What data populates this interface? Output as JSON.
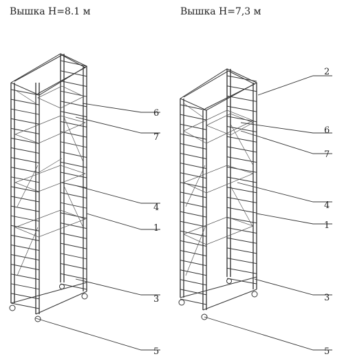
{
  "titles": {
    "left": "Вышка H=8.1 м",
    "right": "Вышка H=7,3 м"
  },
  "callouts": {
    "left": [
      "6",
      "7",
      "4",
      "1",
      "3",
      "5"
    ],
    "right": [
      "2",
      "6",
      "7",
      "4",
      "1",
      "3",
      "5"
    ]
  }
}
